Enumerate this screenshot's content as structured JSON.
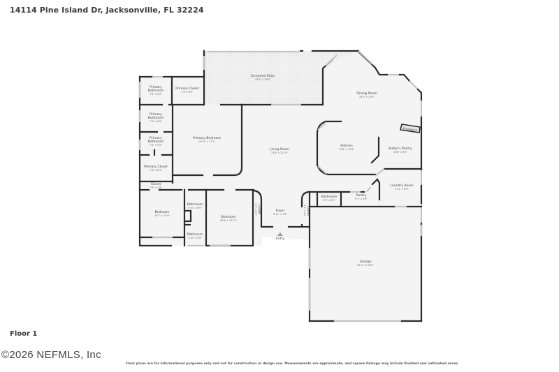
{
  "header": {
    "address": "14114 Pine Island Dr, Jacksonville, FL 32224"
  },
  "floor": {
    "label": "Floor 1"
  },
  "watermark": {
    "copyright": "©2026 NEFMLS, Inc"
  },
  "footer": {
    "disclaimer": "Floor plans are for informational purposes only and not for construction or design use. Measurements are approximate, and square footage may include finished and unfinished areas."
  },
  "rooms": {
    "primary_bathroom_1": {
      "name_line1": "Primary",
      "name_line2": "Bathroom",
      "dims": "7'4\" x 4'9\""
    },
    "primary_closet_top": {
      "name": "Primary Closet",
      "dims": "7'3\" x 6'9\""
    },
    "primary_bathroom_2": {
      "name_line1": "Primary",
      "name_line2": "Bathroom",
      "dims": "7'4\" x 6'5\""
    },
    "primary_bathroom_3": {
      "name_line1": "Primary",
      "name_line2": "Bathroom",
      "dims": "7'4\" x 5'5\""
    },
    "primary_closet_bottom": {
      "name": "Primary Closet",
      "dims": "7'4\" x 6'3\""
    },
    "closet_small": {
      "name": "Closet",
      "dims": "7'6\" x 1'9\""
    },
    "primary_bedroom": {
      "name": "Primary Bedroom",
      "dims": "16'11\" x 17'1\""
    },
    "screened_patio": {
      "name": "Screened Patio",
      "dims": "23'3\" x 12'8\""
    },
    "dining_room": {
      "name": "Dining Room",
      "dims": "24'5\" x 20'6\""
    },
    "fireplace": {
      "name": "Fireplace"
    },
    "living_room": {
      "name": "Living Room",
      "dims": "23'8\" x 22'10\""
    },
    "kitchen": {
      "name": "Kitchen",
      "dims": "15'6\" x 13'2\""
    },
    "butlers_pantry": {
      "name": "Butler's Pantry",
      "dims": "10'8\" x 9'2\""
    },
    "laundry_room": {
      "name": "Laundry Room",
      "dims": "11'1\" x 8'6\""
    },
    "bedroom_left": {
      "name": "Bedroom",
      "dims": "10'7\" x 11'6\""
    },
    "bathroom_upper": {
      "name": "Bathroom",
      "dims": "4'10\" x 6'0\""
    },
    "bathroom_lower": {
      "name": "Bathroom",
      "dims": "4'10\" x 5'6\""
    },
    "bedroom_mid": {
      "name": "Bedroom",
      "dims": "10'8\" x 12'11\""
    },
    "closet_left_foyer": {
      "name": "Closet",
      "dims": "1'9\" x 4'9\""
    },
    "foyer": {
      "name": "Foyer",
      "dims": "9'11\" x 7'6\""
    },
    "closet_right_foyer": {
      "name": "Closet",
      "dims": "2'1\" x 4'1\""
    },
    "bathroom_half": {
      "name": "Bathroom",
      "dims": "5'8\" x 3'3\""
    },
    "pantry": {
      "name": "Pantry",
      "dims": "9'1\" x 5'8\""
    },
    "garage": {
      "name": "Garage",
      "dims": "20'11\" x 28'5\""
    },
    "entry": {
      "name": "Entry"
    }
  }
}
